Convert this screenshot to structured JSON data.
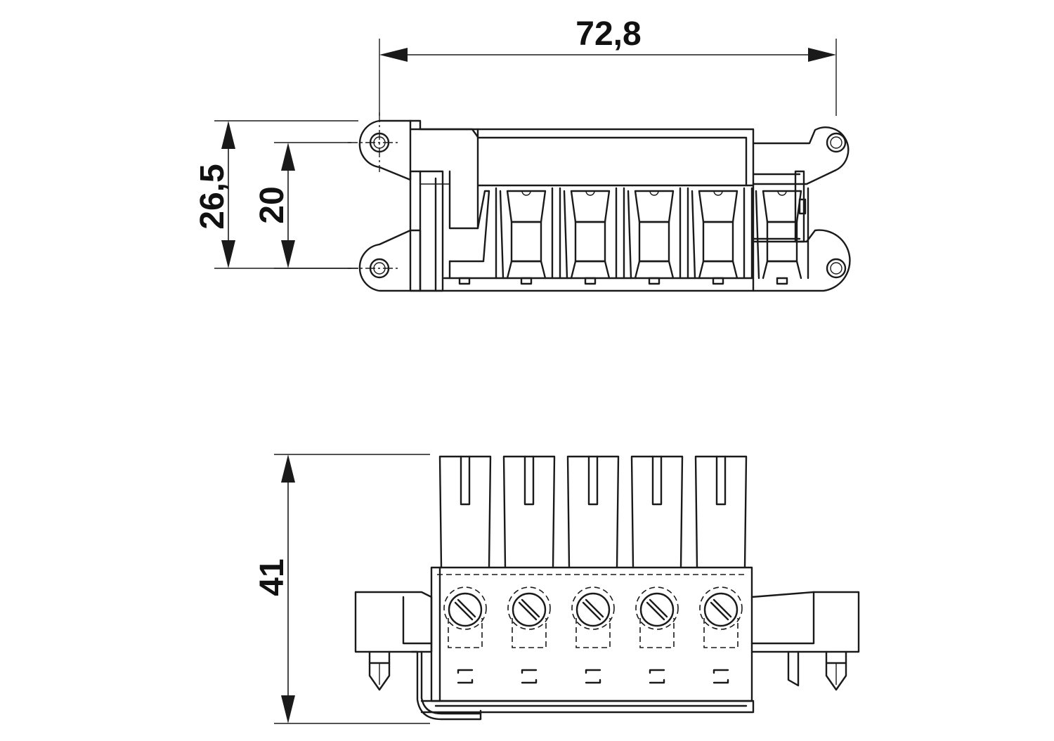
{
  "dimensions": {
    "overall_width": "72,8",
    "mount_height": "26,5",
    "pitch_height": "20",
    "total_height": "41"
  },
  "drawing": {
    "top_view_pole_count": 5,
    "front_view_pole_count": 5
  },
  "colors": {
    "line": "#1a1a1a",
    "background": "#ffffff"
  }
}
